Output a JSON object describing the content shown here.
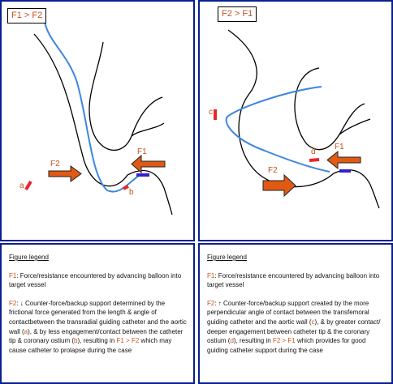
{
  "left": {
    "comparison": "F1 > F2",
    "labels": {
      "f1": "F1",
      "f2": "F2",
      "a": "a",
      "b": "b"
    },
    "legend": {
      "title": "Figure legend",
      "f1_key": "F1",
      "f1_text": ": Force/resistance encountered by advancing balloon into target vessel",
      "f2_key": "F2",
      "f2_text": ": ↓ Counter-force/backup support determined by the frictional force generated from the length & angle of contactbetween the transradial guiding catheter and the aortic wall (",
      "ref_a": "a",
      "mid1": "), & by less engagement/contact between the catheter tip & coronary ostium (",
      "ref_b": "b",
      "mid2": "), resulting in ",
      "result": "F1 > F2",
      "tail": " which may cause catheter to prolapse during the case"
    }
  },
  "right": {
    "comparison": "F2 > F1",
    "labels": {
      "f1": "F1",
      "f2": "F2",
      "c": "c",
      "d": "d"
    },
    "legend": {
      "title": "Figure legend",
      "f1_key": "F1",
      "f1_text": ": Force/resistance encountered by advancing balloon into target vessel",
      "f2_key": "F2",
      "f2_text": ": ↑ Counter-force/backup support created by the more perpendicular angle of contact between the transfemoral guiding catheter and the aortic wall (",
      "ref_c": "c",
      "mid1": "), & by greater contact/ deeper engagement between catheter tip & the coronary ostium (",
      "ref_d": "d",
      "mid2": "), resulting in ",
      "result": "F2 > F1",
      "tail": " which provides for good guiding catheter support during the case"
    }
  },
  "colors": {
    "frame": "#0a1f8f",
    "catheter": "#3d86e0",
    "arrow": "#e05a14",
    "marker": "#e8262a",
    "ostium": "#3320d0",
    "text_accent": "#c8511b"
  }
}
